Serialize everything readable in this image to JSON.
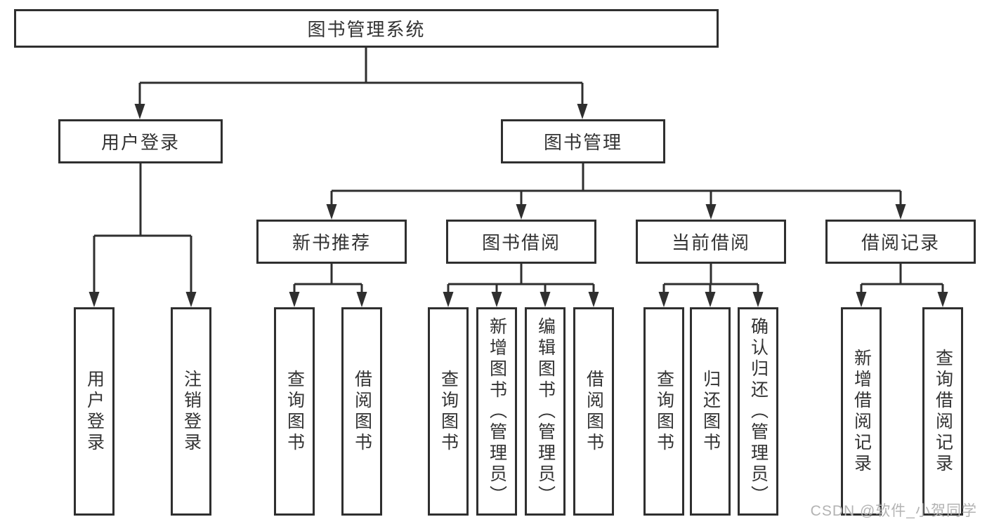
{
  "tree": {
    "root": "图书管理系统",
    "branches": [
      {
        "label": "用户登录",
        "children": [
          "用户登录",
          "注销登录"
        ]
      },
      {
        "label": "图书管理",
        "children": [
          {
            "label": "新书推荐",
            "children": [
              "查询图书",
              "借阅图书"
            ]
          },
          {
            "label": "图书借阅",
            "children": [
              "查询图书",
              "新增图书（管理员）",
              "编辑图书（管理员）",
              "借阅图书"
            ]
          },
          {
            "label": "当前借阅",
            "children": [
              "查询图书",
              "归还图书",
              "确认归还（管理员）"
            ]
          },
          {
            "label": "借阅记录",
            "children": [
              "新增借阅记录",
              "查询借阅记录"
            ]
          }
        ]
      }
    ]
  },
  "watermark": "CSDN @软件_小贺同学",
  "colors": {
    "line": "#2f2f2f",
    "text": "#333333",
    "box_background": "#ffffff",
    "watermark": "#b3b3b3"
  }
}
